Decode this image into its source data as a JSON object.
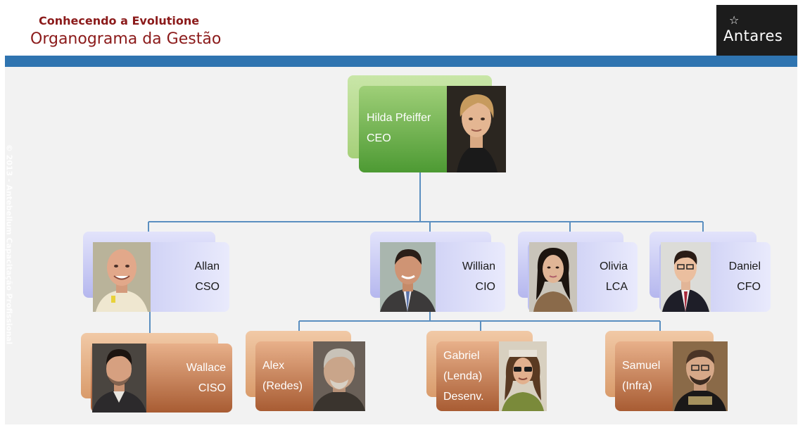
{
  "header": {
    "subtitle": "Conhecendo a Evolutione",
    "title": "Organograma da Gestão"
  },
  "logo": {
    "star": "☆",
    "text": "Antares"
  },
  "watermark": "© 2013 - Antebellum Capacitação Profissional",
  "colors": {
    "title": "#8b1a1a",
    "bar": "#2f74b0",
    "connector": "#5b8fc0"
  },
  "people": {
    "ceo": {
      "name": "Hilda Pfeiffer",
      "role": "CEO"
    },
    "cso": {
      "name": "Allan",
      "role": "CSO"
    },
    "cio": {
      "name": "Willian",
      "role": "CIO"
    },
    "lca": {
      "name": "Olivia",
      "role": "LCA"
    },
    "cfo": {
      "name": "Daniel",
      "role": "CFO"
    },
    "ciso": {
      "name": "Wallace",
      "role": "CISO"
    },
    "redes": {
      "name": "Alex",
      "role": "(Redes)"
    },
    "lenda": {
      "name": "Gabriel",
      "role": "(Lenda)",
      "extra": "Desenv."
    },
    "infra": {
      "name": "Samuel",
      "role": "(Infra)"
    }
  }
}
